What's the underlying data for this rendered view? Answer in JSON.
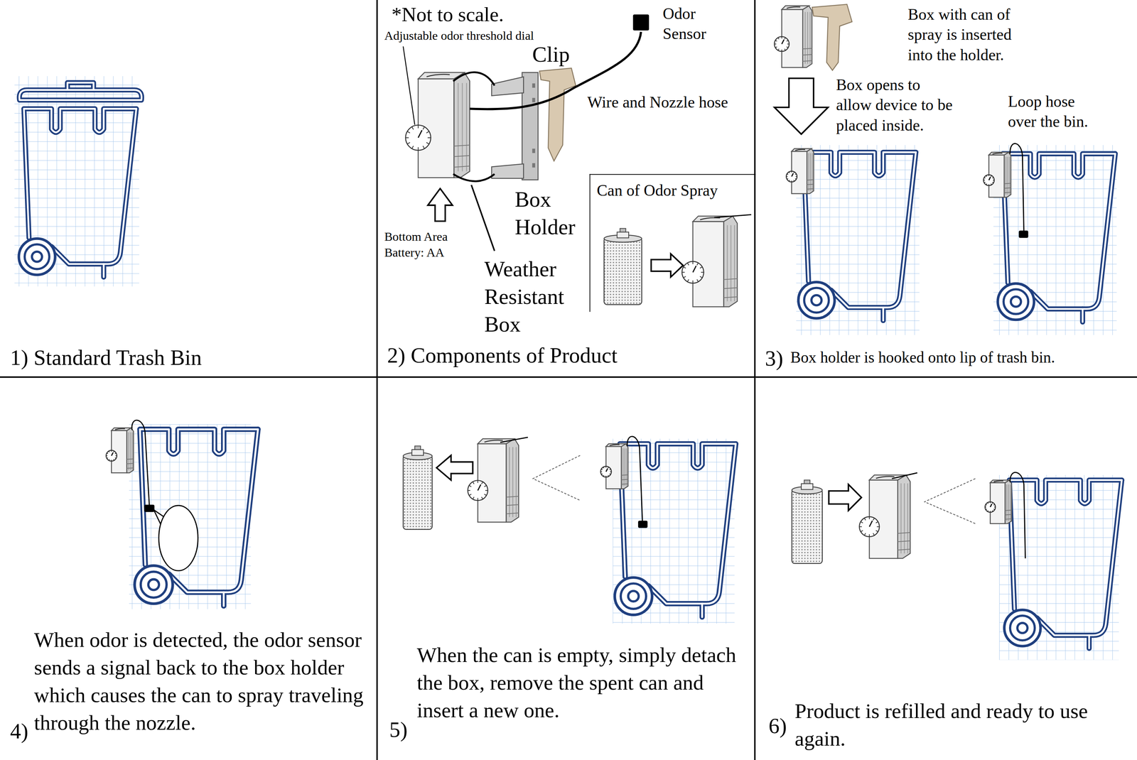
{
  "diagram": {
    "nodes": [
      {
        "text": [
          "1) Standard Trash Bin"
        ]
      },
      {
        "text": [
          "2) Components of Product"
        ]
      },
      {
        "text": [
          "Can of Odor Spray"
        ],
        "in": 1
      },
      {
        "text": [
          "3)",
          "Box holder is hooked onto lip of trash bin."
        ]
      },
      {
        "text": [
          "4)",
          "When odor is detected, the odor sensor sends a signal back to the box holder which causes the can to spray traveling through the nozzle."
        ]
      },
      {
        "text": [
          "5)",
          "When the can is empty, simply detach the box, remove the spent can and insert a new one."
        ]
      },
      {
        "text": [
          "6)",
          "Product is refilled and ready to use again."
        ]
      }
    ],
    "labels": [
      "*Not to scale.",
      "Adjustable odor threshold dial",
      "Odor Sensor",
      "Clip",
      "Wire and Nozzle hose",
      "Box Holder",
      "Bottom Area Battery: AA",
      "Weather Resistant Box",
      "Box with can of spray is inserted into the holder.",
      "Box opens to allow device to be placed inside.",
      "Loop hose over the bin."
    ]
  }
}
